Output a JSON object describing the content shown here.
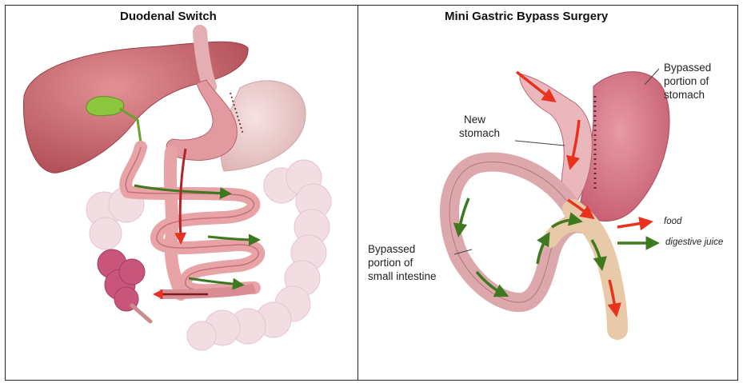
{
  "panels": {
    "left": {
      "title": "Duodenal Switch"
    },
    "right": {
      "title": "Mini Gastric Bypass Surgery",
      "labels": {
        "bypassed_stomach": [
          "Bypassed",
          "portion of",
          "stomach"
        ],
        "new_stomach": [
          "New",
          "stomach"
        ],
        "bypassed_intestine": [
          "Bypassed",
          "portion of",
          "small intestine"
        ]
      },
      "legend": [
        {
          "label": "food",
          "color": "#e8321e"
        },
        {
          "label": "digestive juice",
          "color": "#3d7a1f"
        }
      ]
    }
  },
  "colors": {
    "liver": "#c8646a",
    "stomach": "#e0a0a4",
    "bypassed_stomach": "#c96a7a",
    "small_intestine": "#e8a3a6",
    "large_intestine": "#f2dde2",
    "limb": "#e8c9a8",
    "gallbladder": "#8cc63f",
    "food_arrow": "#e8321e",
    "juice_arrow": "#3d7a1f"
  }
}
